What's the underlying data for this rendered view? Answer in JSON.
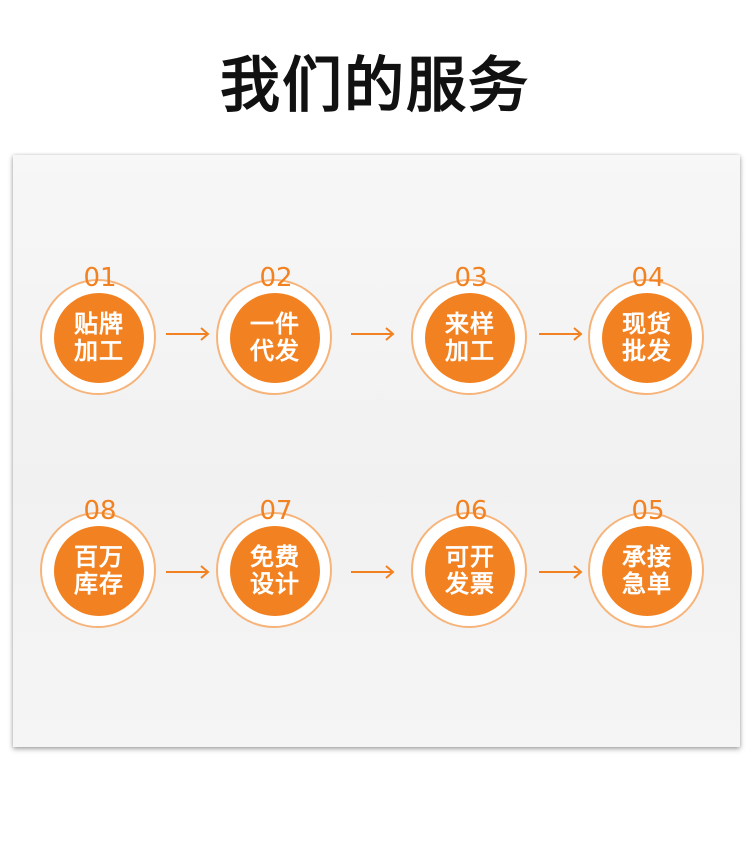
{
  "title": "我们的服务",
  "accent_color": "#f28221",
  "ring_color": "#f7b47a",
  "row1": [
    {
      "num": "01",
      "line1": "贴牌",
      "line2": "加工"
    },
    {
      "num": "02",
      "line1": "一件",
      "line2": "代发"
    },
    {
      "num": "03",
      "line1": "来样",
      "line2": "加工"
    },
    {
      "num": "04",
      "line1": "现货",
      "line2": "批发"
    }
  ],
  "row2": [
    {
      "num": "08",
      "line1": "百万",
      "line2": "库存"
    },
    {
      "num": "07",
      "line1": "免费",
      "line2": "设计"
    },
    {
      "num": "06",
      "line1": "可开",
      "line2": "发票"
    },
    {
      "num": "05",
      "line1": "承接",
      "line2": "急单"
    }
  ],
  "arrow_icon": "arrow-right-icon"
}
